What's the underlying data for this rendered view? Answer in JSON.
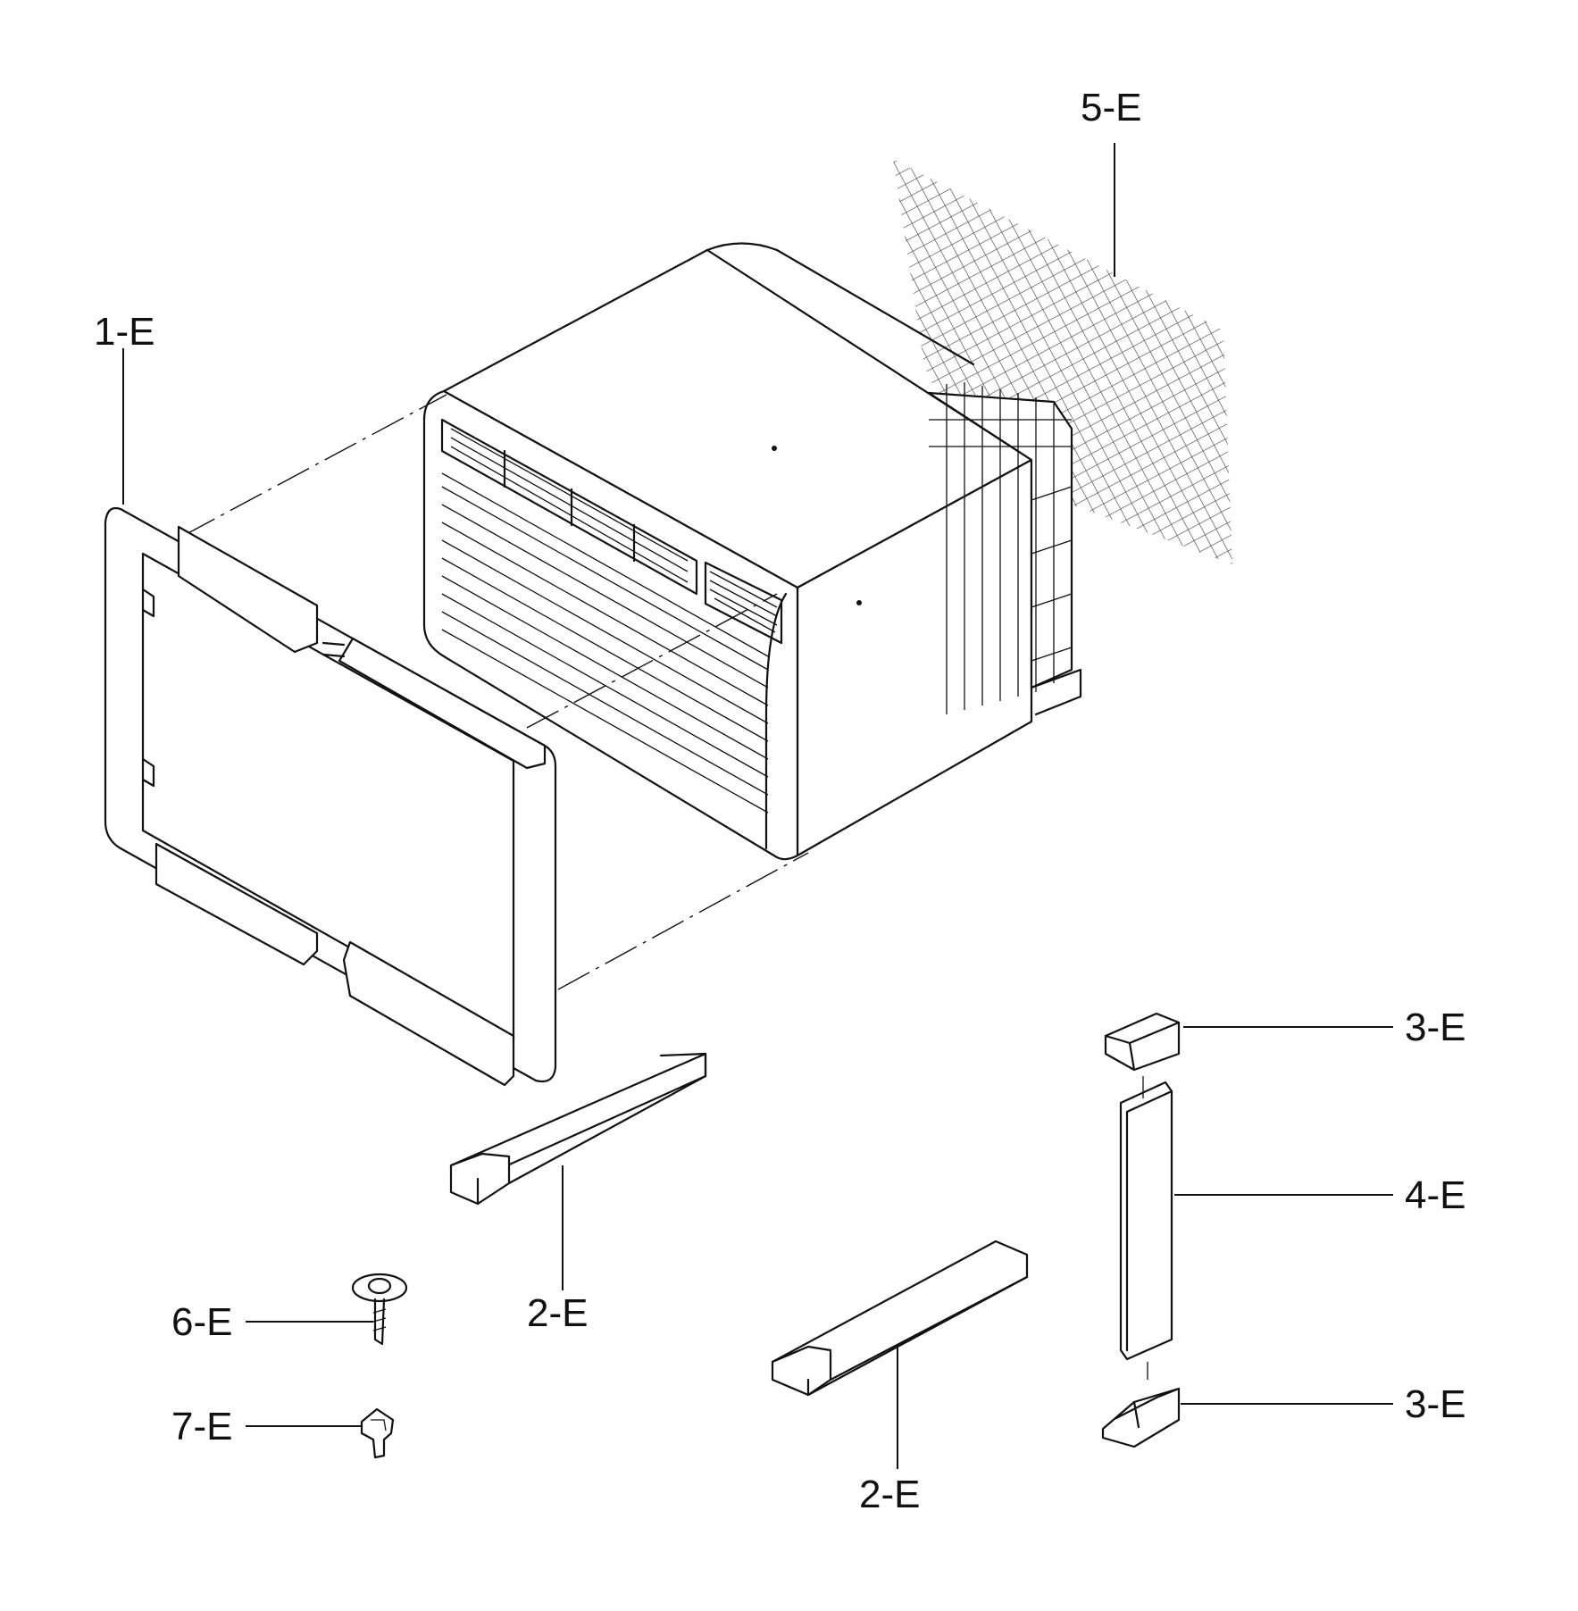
{
  "labels": {
    "frame": "1-E",
    "side_bar_upper": "2-E",
    "side_bar_lower": "2-E",
    "guide_upper": "3-E",
    "guide_lower": "3-E",
    "curtain_panel": "4-E",
    "insulation_sheet": "5-E",
    "screw": "6-E",
    "clip": "7-E"
  },
  "colors": {
    "line": "#111111",
    "background": "#ffffff"
  }
}
